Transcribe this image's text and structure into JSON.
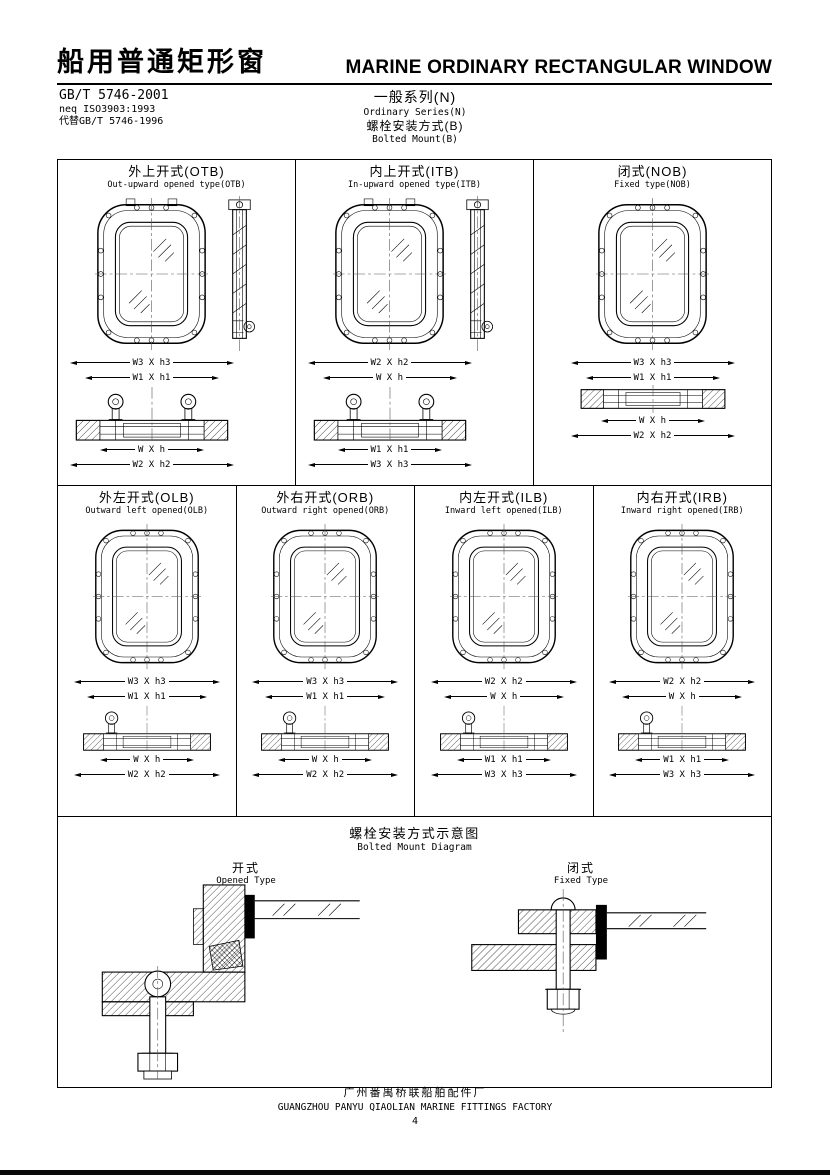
{
  "header": {
    "title_zh": "船用普通矩形窗",
    "title_en": "MARINE ORDINARY RECTANGULAR WINDOW",
    "standard_line1": "GB/T 5746-2001",
    "standard_line2": "neq ISO3903:1993",
    "standard_line3": "代替GB/T 5746-1996",
    "series_zh": "一般系列(N)",
    "series_en": "Ordinary Series(N)",
    "mount_zh": "螺栓安装方式(B)",
    "mount_en": "Bolted Mount(B)"
  },
  "windows": [
    {
      "code": "OTB",
      "title_zh": "外上开式(OTB)",
      "title_en": "Out-upward opened type(OTB)",
      "dims_above": [
        "W3 X h3",
        "W1 X h1"
      ],
      "dims_below": [
        "W X h",
        "W2 X h2"
      ]
    },
    {
      "code": "ITB",
      "title_zh": "内上开式(ITB)",
      "title_en": "In-upward opened type(ITB)",
      "dims_above": [
        "W2 X h2",
        "W X h"
      ],
      "dims_below": [
        "W1 X h1",
        "W3 X h3"
      ]
    },
    {
      "code": "NOB",
      "title_zh": "闭式(NOB)",
      "title_en": "Fixed type(NOB)",
      "dims_above": [
        "W3 X h3",
        "W1 X h1"
      ],
      "dims_below": [
        "W X h",
        "W2 X h2"
      ]
    },
    {
      "code": "OLB",
      "title_zh": "外左开式(OLB)",
      "title_en": "Outward left opened(OLB)",
      "dims_above": [
        "W3 X h3",
        "W1 X h1"
      ],
      "dims_below": [
        "W X h",
        "W2 X h2"
      ]
    },
    {
      "code": "ORB",
      "title_zh": "外右开式(ORB)",
      "title_en": "Outward right opened(ORB)",
      "dims_above": [
        "W3 X h3",
        "W1 X h1"
      ],
      "dims_below": [
        "W X h",
        "W2 X h2"
      ]
    },
    {
      "code": "ILB",
      "title_zh": "内左开式(ILB)",
      "title_en": "Inward left opened(ILB)",
      "dims_above": [
        "W2 X h2",
        "W X h"
      ],
      "dims_below": [
        "W1 X h1",
        "W3 X h3"
      ]
    },
    {
      "code": "IRB",
      "title_zh": "内右开式(IRB)",
      "title_en": "Inward right opened(IRB)",
      "dims_above": [
        "W2 X h2",
        "W X h"
      ],
      "dims_below": [
        "W1 X h1",
        "W3 X h3"
      ]
    }
  ],
  "bolted_mount": {
    "title_zh": "螺栓安装方式示意图",
    "title_en": "Bolted Mount Diagram",
    "opened_zh": "开式",
    "opened_en": "Opened Type",
    "fixed_zh": "闭式",
    "fixed_en": "Fixed Type"
  },
  "footer": {
    "factory_zh": "广州番禺桥联船舶配件厂",
    "factory_en": "GUANGZHOU PANYU QIAOLIAN MARINE FITTINGS FACTORY",
    "page_number": "4"
  }
}
